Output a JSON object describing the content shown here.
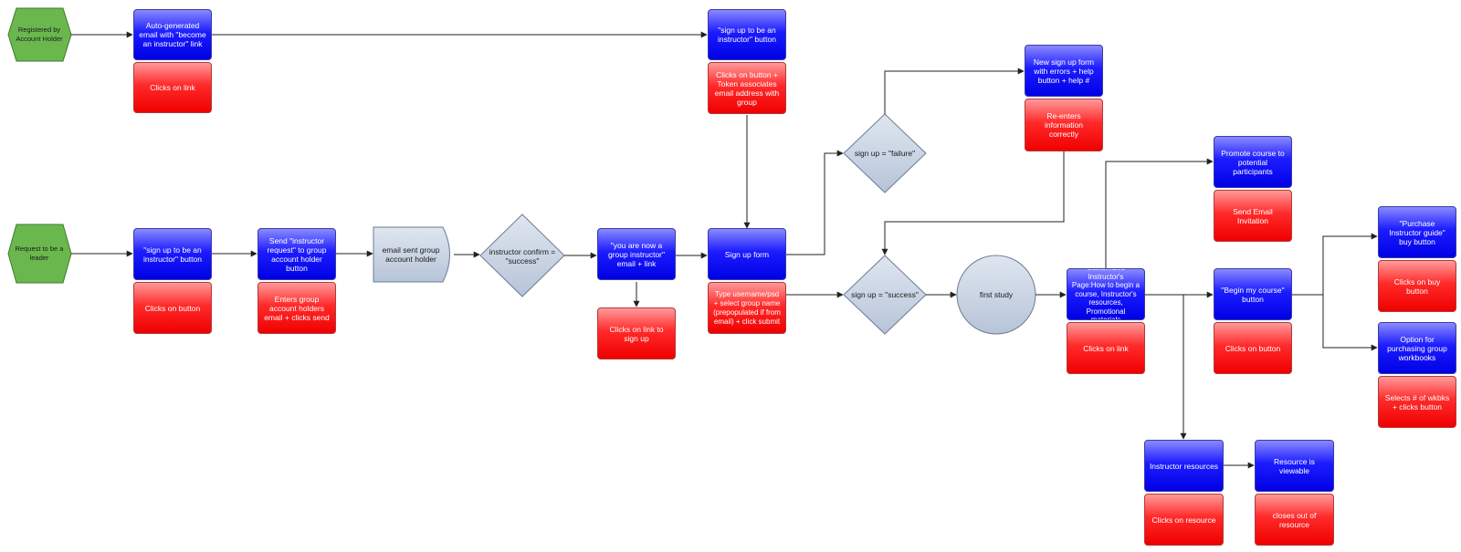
{
  "colors": {
    "action_blue": "#1c1cff",
    "response_red": "#ff2a2a",
    "start_green": "#6ab84d",
    "neutral_shape": "#c8d3e2"
  },
  "starts": {
    "registered": "Registered by Account Holder",
    "request": "Request to be a leader"
  },
  "top_row": {
    "auto_email": "Auto-generated email with \"become an instructor\" link",
    "clicks_link": "Clicks on link",
    "signup_button": "\"sign up to be an instructor\" button",
    "token": "Clicks on button + Token associates email address with group"
  },
  "main_row": {
    "signup_button": "\"sign up to be an instructor\" button",
    "clicks_button": "Clicks on button",
    "send_request": "Send \"instructor request\" to group account holder button",
    "enters_email": "Enters group account holders email + clicks send",
    "email_sent": "email sent group account holder",
    "confirm": "instructor confirm = \"success\"",
    "now_instructor": "\"you are now a group instructor\" email + link",
    "clicks_signup_link": "Clicks on link to sign up",
    "signup_form": "Sign up form",
    "type_username": "Type username/psd + select group name (prepopulated if from email) + click submit"
  },
  "decisions": {
    "failure": "sign up = \"failure\"",
    "success": "sign up = \"success\""
  },
  "failure_path": {
    "new_form": "New sign up form with errors + help button + help #",
    "reenter": "Re-enters information correctly"
  },
  "first_study": "first study",
  "instructor_page": {
    "page": "Customized Instructor's Page:How to begin a course, Instructor's resources, Promotional materials",
    "clicks_link": "Clicks on link"
  },
  "promote": {
    "promote": "Promote course to potential participants",
    "send_invite": "Send Email Invitation"
  },
  "begin": {
    "button": "\"Begin my course\" button",
    "clicks": "Clicks on button"
  },
  "purchase": {
    "guide": "\"Purchase Instructor guide\" buy button",
    "clicks_buy": "Clicks on buy button",
    "workbooks": "Option for purchasing group workbooks",
    "selects": "Selects # of wkbks + clicks button"
  },
  "resources": {
    "instructor": "Instructor resources",
    "clicks_resource": "Clicks on resource",
    "viewable": "Resource is viewable",
    "closes": "closes out of resource"
  }
}
